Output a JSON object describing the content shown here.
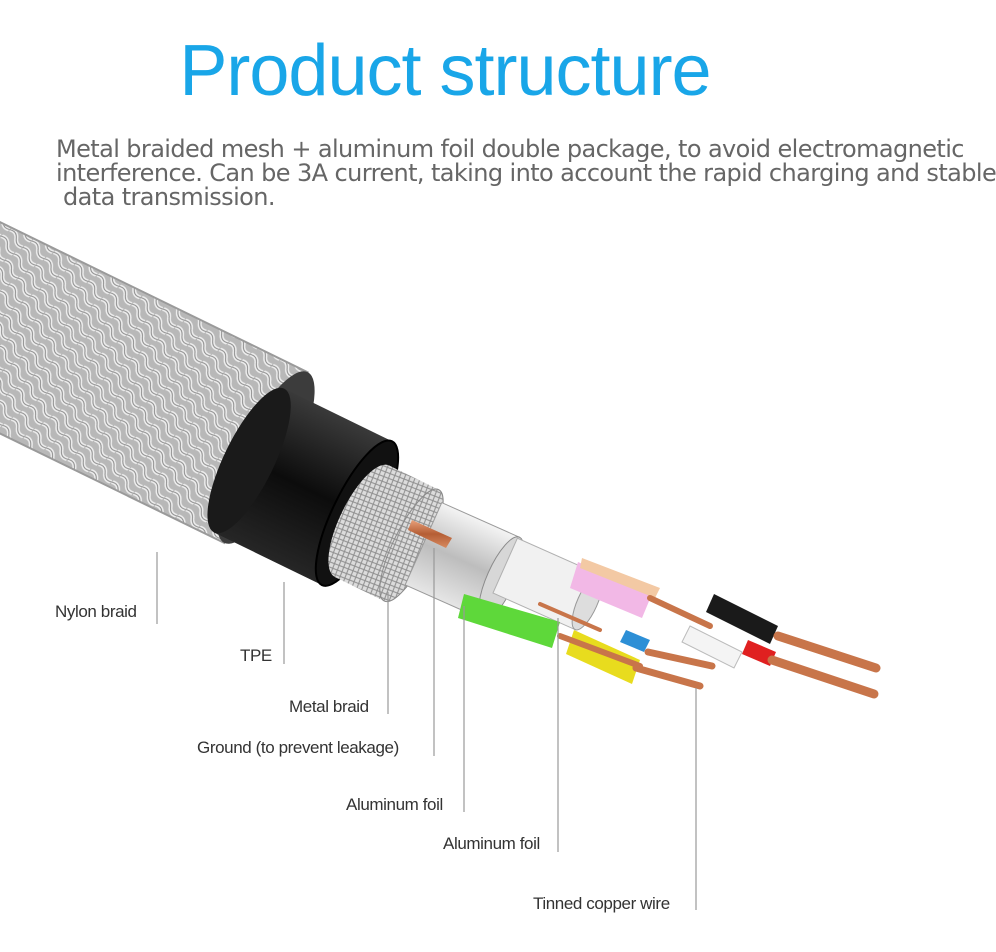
{
  "title": "Product structure",
  "description": [
    "Metal braided mesh + aluminum foil double package, to avoid electromagnetic",
    "interference. Can be 3A current, taking into account the rapid charging and stable",
    " data transmission."
  ],
  "labels": {
    "nylon_braid": "Nylon braid",
    "tpe": "TPE",
    "metal_braid": "Metal braid",
    "ground": "Ground (to prevent leakage)",
    "aluminum_foil_outer": "Aluminum foil",
    "aluminum_foil_inner": "Aluminum foil",
    "tinned_copper_wire": "Tinned copper wire"
  },
  "colors": {
    "title": "#19a6e8",
    "description_text": "#666666",
    "label_text": "#333333",
    "leader_line": "#999999",
    "tpe_jacket": "#111111",
    "nylon_braid": "#c9c9c9",
    "wire_pink": "#f2b8e6",
    "wire_green": "#5ed83a",
    "wire_yellow": "#e8dc1e",
    "wire_blue": "#2d8fd6",
    "wire_red": "#e02020",
    "wire_black": "#1a1a1a",
    "copper": "#c8754a"
  }
}
